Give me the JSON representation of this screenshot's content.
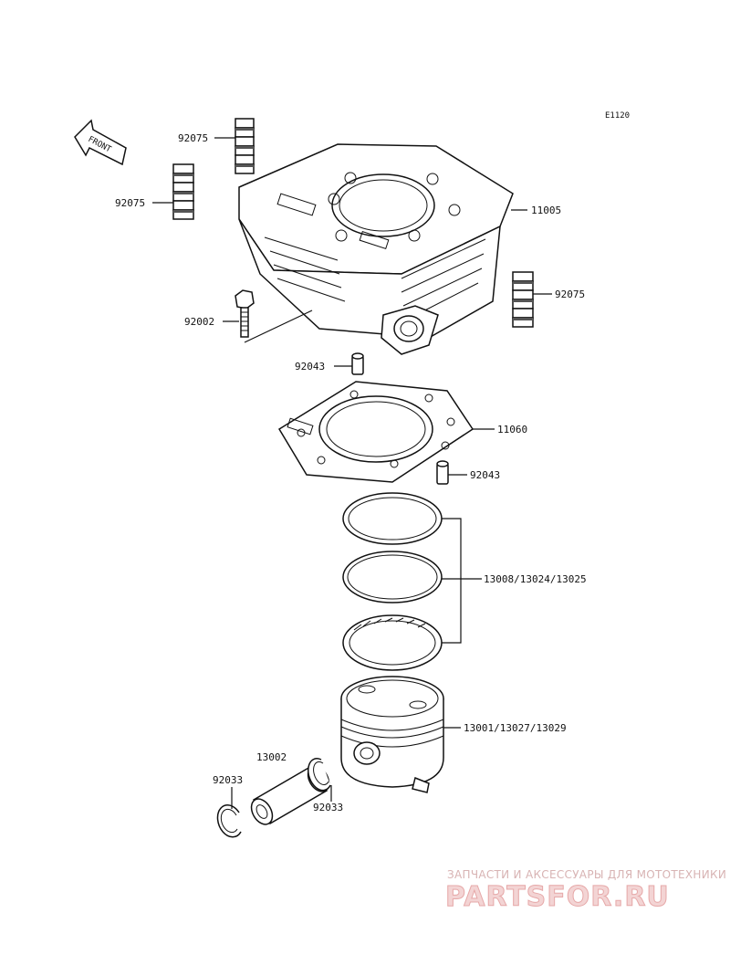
{
  "diagram_code": "E1120",
  "front_label": "FRONT",
  "labels": {
    "clip_upper": "92075",
    "clip_left": "92075",
    "cylinder": "11005",
    "clip_right": "92075",
    "bolt": "92002",
    "dowel_upper": "92043",
    "gasket": "11060",
    "dowel_lower": "92043",
    "rings": "13008/13024/13025",
    "piston": "13001/13027/13029",
    "pin": "13002",
    "snap_left": "92033",
    "snap_right": "92033"
  },
  "watermark": {
    "tagline": "ЗАПЧАСТИ И АКСЕССУАРЫ ДЛЯ МОТОТЕХНИКИ",
    "brand": "PARTSFOR.RU"
  }
}
